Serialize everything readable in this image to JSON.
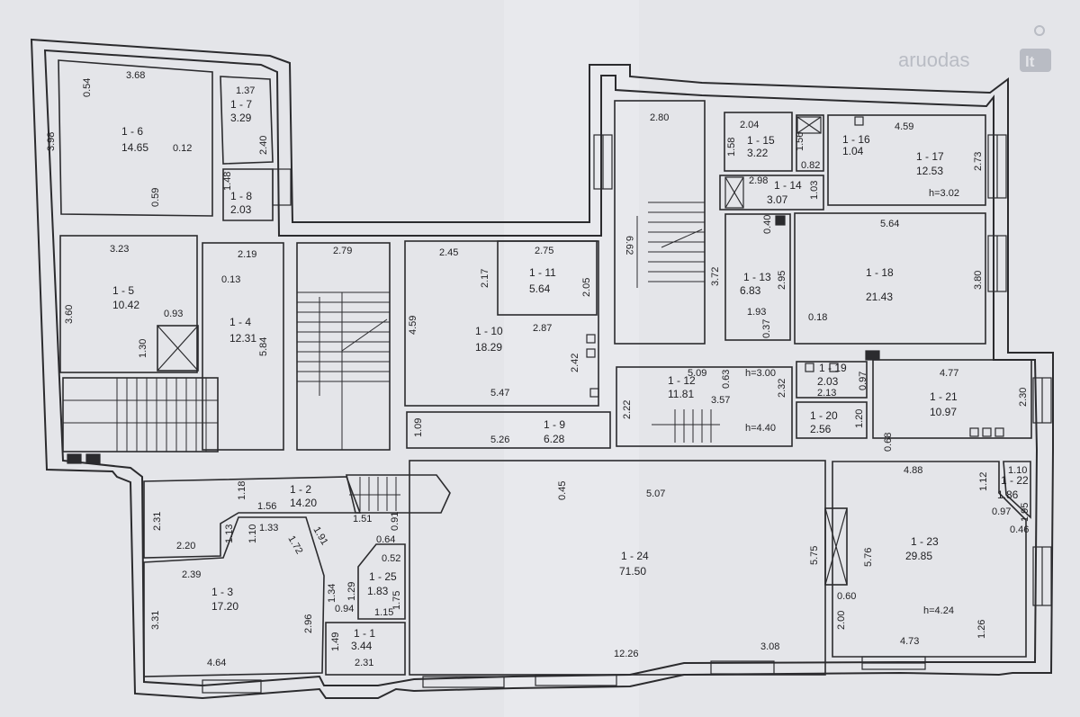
{
  "watermark": {
    "brand": "aruodas",
    "suffix": "lt"
  },
  "rooms": [
    {
      "id": "1 - 1",
      "area": "3.44"
    },
    {
      "id": "1 - 2",
      "area": "14.20"
    },
    {
      "id": "1 - 3",
      "area": "17.20"
    },
    {
      "id": "1 - 4",
      "area": "12.31"
    },
    {
      "id": "1 - 5",
      "area": "10.42"
    },
    {
      "id": "1 - 6",
      "area": "14.65"
    },
    {
      "id": "1 - 7",
      "area": "3.29"
    },
    {
      "id": "1 - 8",
      "area": "2.03"
    },
    {
      "id": "1 - 9",
      "area": "6.28"
    },
    {
      "id": "1 - 10",
      "area": "18.29"
    },
    {
      "id": "1 - 11",
      "area": "5.64"
    },
    {
      "id": "1 - 12",
      "area": "11.81"
    },
    {
      "id": "1 - 13",
      "area": "6.83"
    },
    {
      "id": "1 - 14",
      "area": "3.07"
    },
    {
      "id": "1 - 15",
      "area": "3.22"
    },
    {
      "id": "1 - 16",
      "area": "1.04"
    },
    {
      "id": "1 - 17",
      "area": "12.53"
    },
    {
      "id": "1 - 18",
      "area": "21.43"
    },
    {
      "id": "1 - 19",
      "area": "2.03"
    },
    {
      "id": "1 - 20",
      "area": "2.56"
    },
    {
      "id": "1 - 21",
      "area": "10.97"
    },
    {
      "id": "1 - 22",
      "area": "1.86"
    },
    {
      "id": "1 - 23",
      "area": "29.85"
    },
    {
      "id": "1 - 24",
      "area": "71.50"
    },
    {
      "id": "1 - 25",
      "area": "1.83"
    }
  ],
  "dimensions": [
    "3.68",
    "0.54",
    "3.98",
    "0.12",
    "0.59",
    "1.37",
    "2.40",
    "1.48",
    "3.23",
    "3.60",
    "0.93",
    "1.30",
    "0.13",
    "2.19",
    "5.84",
    "2.79",
    "2.45",
    "2.17",
    "2.75",
    "2.05",
    "4.59",
    "2.87",
    "2.42",
    "5.47",
    "1.09",
    "5.26",
    "2.80",
    "6.62",
    "2.04",
    "1.58",
    "1.56",
    "0.82",
    "4.59",
    "2.73",
    "2.98",
    "1.03",
    "0.40",
    "3.72",
    "2.95",
    "5.64",
    "3.80",
    "1.93",
    "0.37",
    "0.18",
    "5.09",
    "0.63",
    "3.57",
    "2.32",
    "2.22",
    "0.97",
    "2.13",
    "1.20",
    "4.77",
    "2.30",
    "0.68",
    "4.88",
    "1.10",
    "1.12",
    "1.95",
    "0.97",
    "0.46",
    "0.45",
    "5.07",
    "5.75",
    "5.76",
    "0.60",
    "2.00",
    "1.26",
    "4.73",
    "12.26",
    "2.31",
    "1.18",
    "2.20",
    "1.13",
    "1.10",
    "1.33",
    "1.56",
    "1.72",
    "1.91",
    "1.51",
    "0.91",
    "0.64",
    "0.52",
    "1.29",
    "1.34",
    "0.94",
    "1.15",
    "1.75",
    "2.39",
    "3.31",
    "2.96",
    "4.64",
    "1.49",
    "2.31"
  ],
  "heights": [
    "h=3.02",
    "h=3.00",
    "h=4.40",
    "h=4.24"
  ],
  "handwritten": [
    "3.08"
  ]
}
